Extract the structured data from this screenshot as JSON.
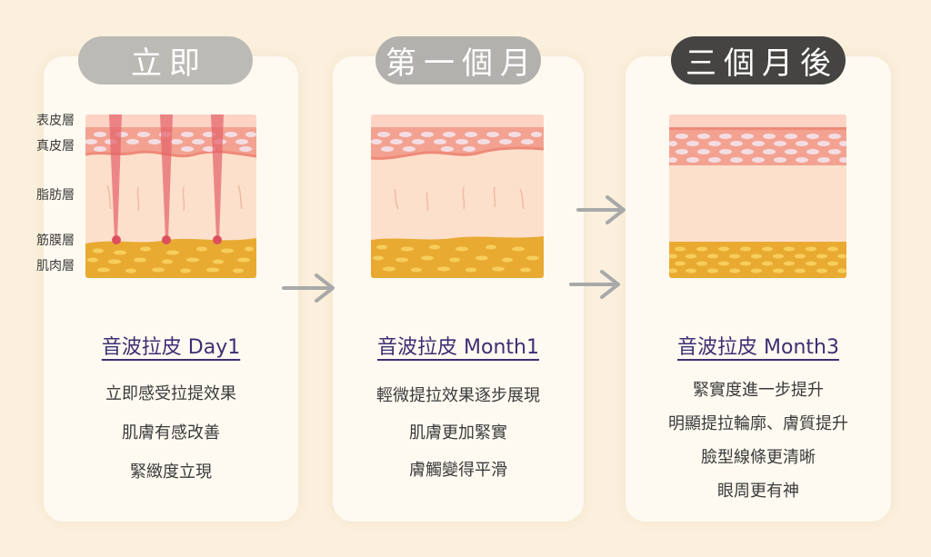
{
  "stages": [
    {
      "label": "立即",
      "title": "音波拉皮 Day1",
      "points": [
        "立即感受拉提效果",
        "肌膚有感改善",
        "緊緻度立現"
      ],
      "pill_color": "#bcbab5"
    },
    {
      "label": "第一個月",
      "title": "音波拉皮 Month1",
      "points": [
        "輕微提拉效果逐步展現",
        "肌膚更加緊實",
        "膚觸變得平滑"
      ],
      "pill_color": "#b3b1ad"
    },
    {
      "label": "三個月後",
      "title": "音波拉皮 Month3",
      "points": [
        "緊實度進一步提升",
        "明顯提拉輪廓、膚質提升",
        "臉型線條更清晰",
        "眼周更有神"
      ],
      "pill_color": "#454442"
    }
  ],
  "layer_labels": [
    "表皮層",
    "真皮層",
    "脂肪層",
    "筋膜層",
    "肌肉層"
  ],
  "colors": {
    "background": "#fbf0dd",
    "card": "#fffaf1",
    "title_text": "#3d2f73",
    "epidermis": "#fcd3c5",
    "dermis": "#f3a291",
    "fat": "#fde0cc",
    "muscle": "#e9aa32",
    "ultrasound_beam": "#e4626b",
    "arrow": "#a9a9a9"
  }
}
